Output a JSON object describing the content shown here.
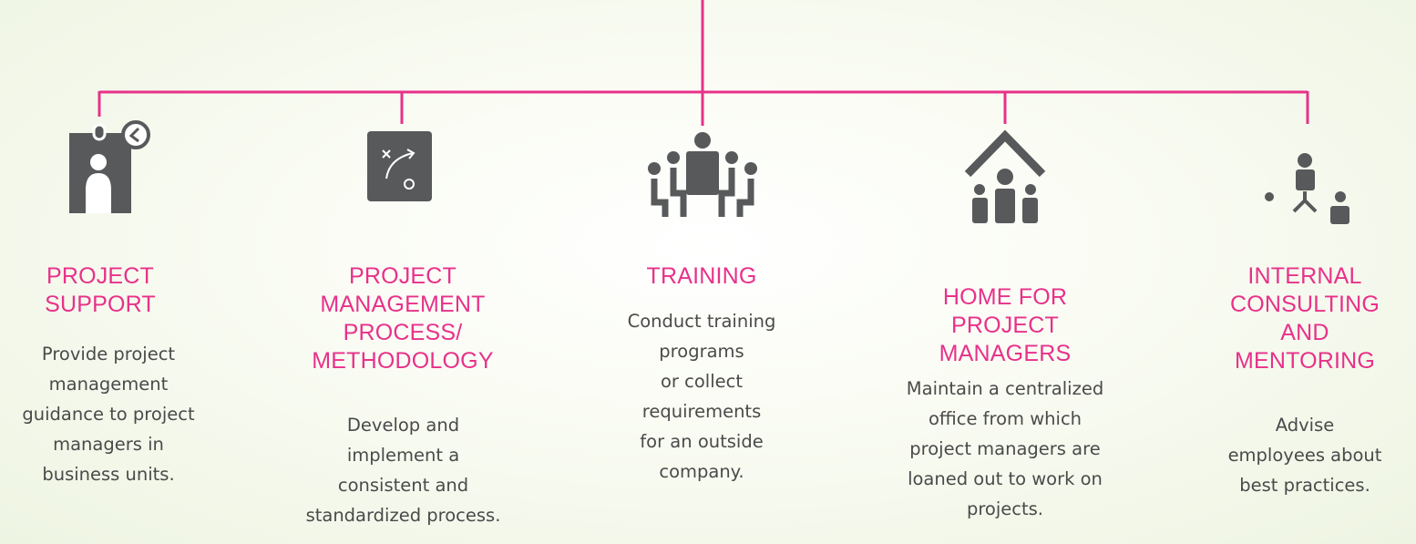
{
  "colors": {
    "connector": "#e8318a",
    "title": "#e8318a",
    "icon": "#58595b",
    "text": "#4a4a4a"
  },
  "items": [
    {
      "icon": "person-clock-icon",
      "title": [
        "PROJECT",
        "SUPPORT"
      ],
      "desc": [
        "Provide project",
        "management",
        "guidance to project",
        "managers in",
        "business units."
      ]
    },
    {
      "icon": "play-strategy-icon",
      "title": [
        "PROJECT",
        "MANAGEMENT",
        "PROCESS/",
        "METHODOLOGY"
      ],
      "desc": [
        "Develop and",
        "implement a",
        "consistent and",
        "standardized process."
      ]
    },
    {
      "icon": "meeting-table-icon",
      "title": [
        "TRAINING"
      ],
      "desc": [
        "Conduct training",
        "programs",
        "or collect",
        "requirements",
        "for an outside",
        "company."
      ]
    },
    {
      "icon": "house-people-icon",
      "title": [
        "HOME FOR",
        "PROJECT",
        "MANAGERS"
      ],
      "desc": [
        "Maintain a centralized",
        "office from which",
        "project managers are",
        "loaned out to work on",
        "projects."
      ]
    },
    {
      "icon": "mentoring-network-icon",
      "title": [
        "INTERNAL",
        "CONSULTING",
        "AND",
        "MENTORING"
      ],
      "desc": [
        "Advise",
        "employees about",
        "best practices."
      ]
    }
  ]
}
